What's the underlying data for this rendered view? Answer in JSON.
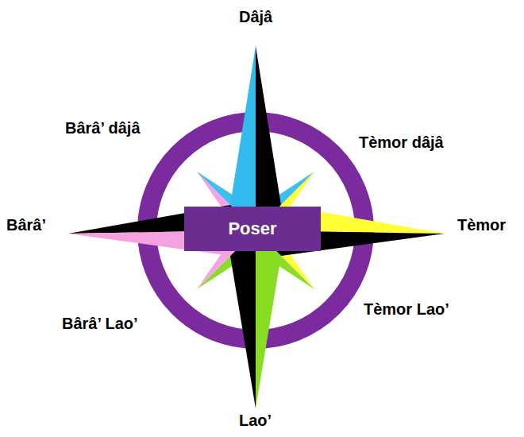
{
  "diagram": {
    "nodes": [
      {
        "text": [
          "Poser"
        ]
      }
    ],
    "labels": [
      "Dâjâ",
      "Bârâ’ dâjâ",
      "Tèmor dâjâ",
      "Bârâ’",
      "Tèmor",
      "Bârâ’ Lao’",
      "Tèmor Lao’",
      "Lao’"
    ]
  }
}
